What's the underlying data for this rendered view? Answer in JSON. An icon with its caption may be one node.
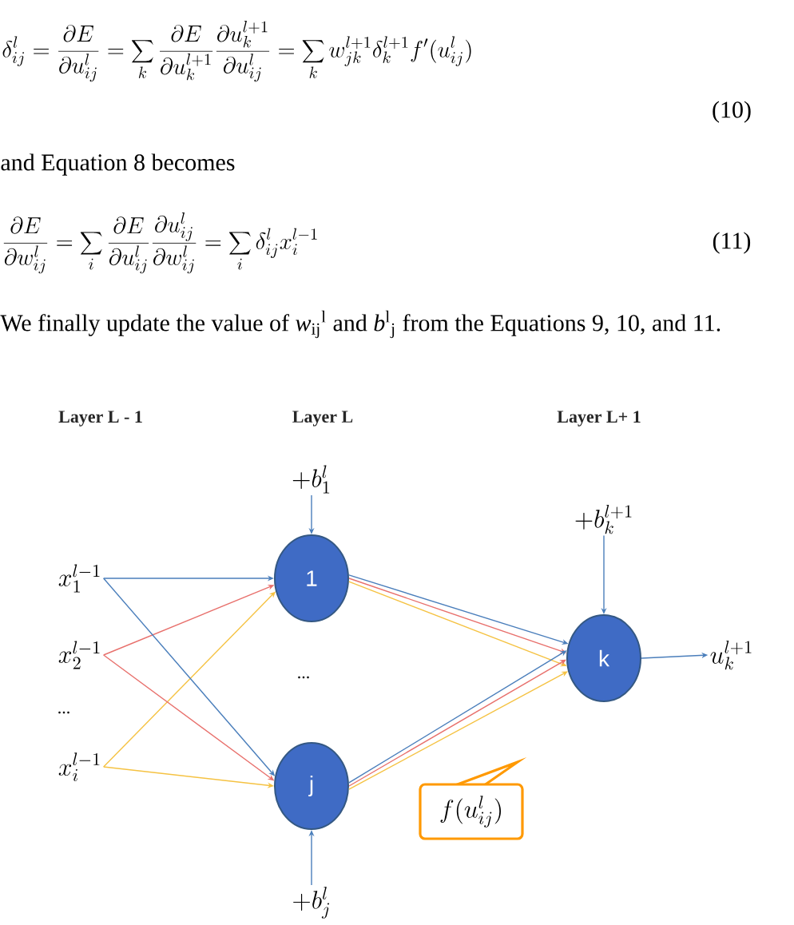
{
  "diagram": {
    "nodes": [
      {
        "text": [
          "x_1^{l-1}"
        ]
      },
      {
        "text": [
          "x_2^{l-1}"
        ]
      },
      {
        "text": [
          "x_i^{l-1}"
        ]
      },
      {
        "text": [
          "+b_1^{l}"
        ]
      },
      {
        "text": [
          "1"
        ]
      },
      {
        "text": [
          "j"
        ]
      },
      {
        "text": [
          "+b_j^{l}"
        ]
      },
      {
        "text": [
          "+b_k^{l+1}"
        ]
      },
      {
        "text": [
          "k"
        ]
      },
      {
        "text": [
          "u_k^{l+1}"
        ]
      },
      {
        "text": [
          "f(u_{ij}^{l})"
        ]
      }
    ],
    "edges": [
      {
        "from": 3,
        "to": 4,
        "arrow": "to"
      },
      {
        "from": 0,
        "to": 4,
        "arrow": "to"
      },
      {
        "from": 1,
        "to": 4,
        "arrow": "to",
        "color": "#e8706c"
      },
      {
        "from": 2,
        "to": 4,
        "arrow": "to",
        "color": "#f5c242"
      },
      {
        "from": 0,
        "to": 5,
        "arrow": "to"
      },
      {
        "from": 1,
        "to": 5,
        "arrow": "to",
        "color": "#e8706c"
      },
      {
        "from": 2,
        "to": 5,
        "arrow": "to",
        "color": "#f5c242"
      },
      {
        "from": 6,
        "to": 5,
        "arrow": "to"
      },
      {
        "from": 4,
        "to": 8,
        "arrow": "to"
      },
      {
        "from": 4,
        "to": 8,
        "arrow": "to",
        "color": "#e8706c"
      },
      {
        "from": 4,
        "to": 8,
        "arrow": "to",
        "color": "#f5c242"
      },
      {
        "from": 5,
        "to": 8,
        "arrow": "to"
      },
      {
        "from": 5,
        "to": 8,
        "arrow": "to",
        "color": "#e8706c"
      },
      {
        "from": 5,
        "to": 8,
        "arrow": "to",
        "color": "#f5c242"
      },
      {
        "from": 7,
        "to": 8,
        "arrow": "to"
      },
      {
        "from": 8,
        "to": 9,
        "arrow": "to"
      }
    ],
    "labels": [
      "\\delta_{ij}^{l}=\\frac{\\partial E}{\\partial u_{ij}^{l}}=\\sum_{k}\\frac{\\partial E}{\\partial u_{k}^{l+1}}\\frac{\\partial u_{k}^{l+1}}{\\partial u_{ij}^{l}}=\\sum_{k}w_{jk}^{l+1}\\delta_{k}^{l+1}f'(u_{ij}^{l})",
      "(10)",
      "and Equation 8 becomes",
      "\\frac{\\partial E}{\\partial w_{ij}^{l}}=\\sum_{i}\\frac{\\partial E}{\\partial u_{ij}^{l}}\\frac{\\partial u_{ij}^{l}}{\\partial w_{ij}^{l}}=\\sum_{i}\\delta_{ij}^{l}x_{i}^{l-1}",
      "(11)",
      "We finally update the value of *w*$_{ij}$$^{l}$ and *b*$^{l}$$_{j}$ from the Equations 9, 10, and 11.",
      "Layer L - 1",
      "Layer L",
      "Layer L+ 1",
      "...",
      "..."
    ]
  }
}
